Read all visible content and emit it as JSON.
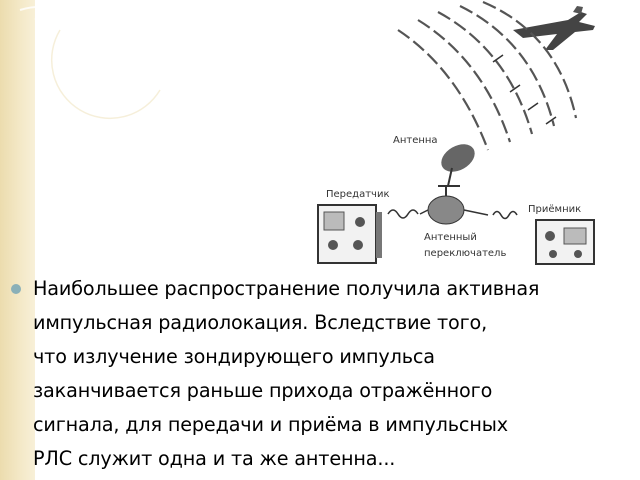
{
  "diagram": {
    "labels": {
      "antenna": "Антенна",
      "transmitter": "Передатчик",
      "receiver": "Приёмник",
      "switch_line1": "Антенный",
      "switch_line2": "переключатель"
    }
  },
  "text": {
    "lines": [
      "Наибольшее распространение получила активная",
      "импульсная радиолокация. Вследствие того,",
      "что излучение зондирующего импульса",
      "заканчивается раньше прихода отражённого",
      "сигнала, для передачи и приёма в импульсных",
      "РЛС служит одна и та же антенна..."
    ]
  },
  "colors": {
    "strip": "#ecdcae",
    "bullet": "#8ab0b8",
    "ink": "#333333"
  }
}
